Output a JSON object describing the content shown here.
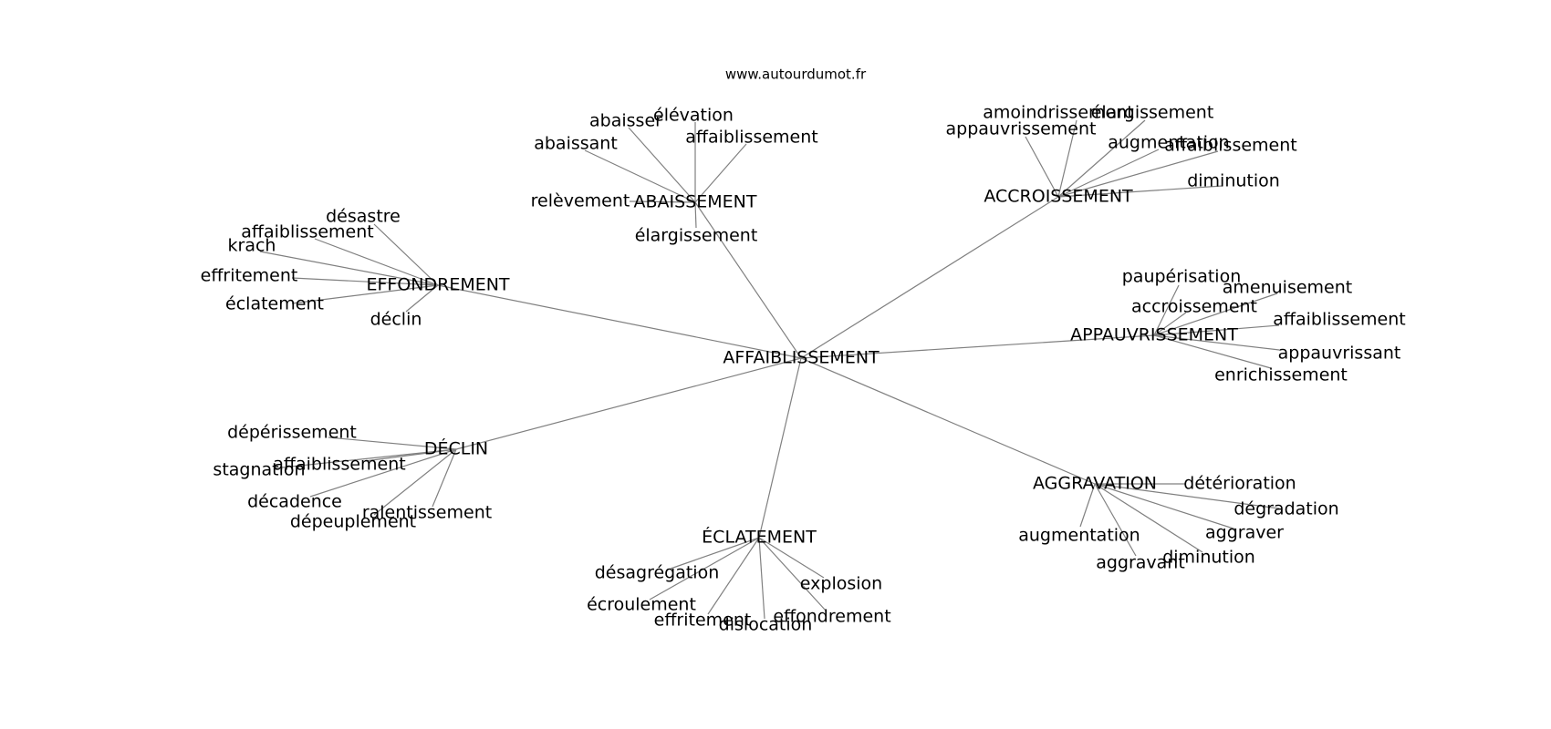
{
  "source_label": "www.autourdumot.fr",
  "graph": {
    "center": "AFFAIBLISSEMENT",
    "hubs": [
      {
        "id": "abaissement",
        "label": "ABAISSEMENT",
        "leaves": [
          "abaissant",
          "abaisser",
          "élévation",
          "affaiblissement",
          "relèvement",
          "élargissement"
        ]
      },
      {
        "id": "accroissement",
        "label": "ACCROISSEMENT",
        "leaves": [
          "amoindrissement",
          "élargissement",
          "appauvrissement",
          "augmentation",
          "affaiblissement",
          "diminution"
        ]
      },
      {
        "id": "effondrement",
        "label": "EFFONDREMENT",
        "leaves": [
          "désastre",
          "affaiblissement",
          "krach",
          "effritement",
          "éclatement",
          "déclin"
        ]
      },
      {
        "id": "appauvrissement",
        "label": "APPAUVRISSEMENT",
        "leaves": [
          "paupérisation",
          "amenuisement",
          "accroissement",
          "affaiblissement",
          "appauvrissant",
          "enrichissement"
        ]
      },
      {
        "id": "declin",
        "label": "DÉCLIN",
        "leaves": [
          "dépérissement",
          "affaiblissement",
          "stagnation",
          "décadence",
          "ralentissement",
          "dépeuplement"
        ]
      },
      {
        "id": "aggravation",
        "label": "AGGRAVATION",
        "leaves": [
          "détérioration",
          "dégradation",
          "aggraver",
          "diminution",
          "augmentation",
          "aggravant"
        ]
      },
      {
        "id": "eclatement",
        "label": "ÉCLATEMENT",
        "leaves": [
          "désagrégation",
          "explosion",
          "écroulement",
          "effritement",
          "effondrement",
          "dislocation"
        ]
      }
    ]
  },
  "colors": {
    "edge": "#808080",
    "text": "#000000",
    "background": "#ffffff"
  }
}
